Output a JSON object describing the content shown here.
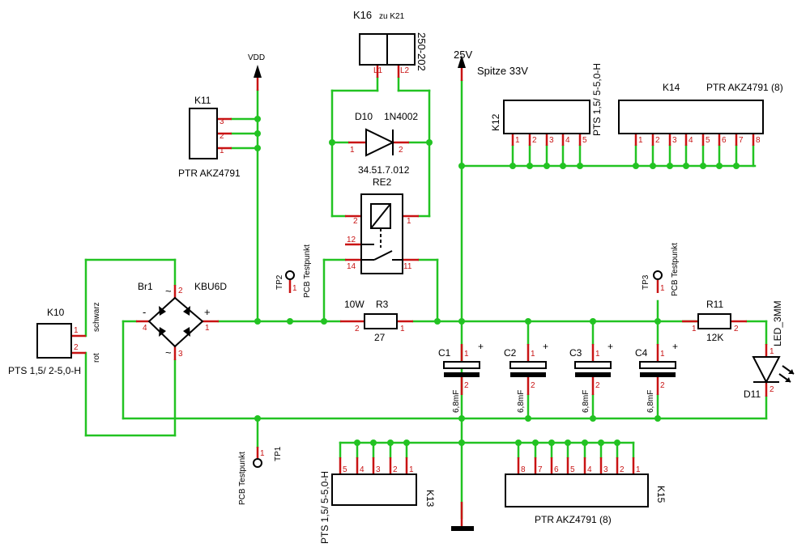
{
  "labels": {
    "k16": "K16",
    "zu_k21": "zu K21",
    "k16_part": "250-202",
    "l1": "L1",
    "l2": "L2",
    "d10": "D10",
    "d10_part": "1N4002",
    "re2_part": "34.51.7.012",
    "re2": "RE2",
    "vdd": "VDD",
    "v25": "25V",
    "spitze": "Spitze 33V",
    "k11": "K11",
    "k11_part": "PTR AKZ4791",
    "k12": "K12",
    "k12_part": "PTS 1,5/ 5-5,0-H",
    "k14": "K14",
    "k14_part": "PTR AKZ4791 (8)",
    "k10": "K10",
    "k10_part": "PTS 1,5/ 2-5,0-H",
    "schwarz": "schwarz",
    "rot": "rot",
    "br1": "Br1",
    "br1_part": "KBU6D",
    "minus": "-",
    "plus": "+",
    "tilde": "~",
    "tp1": "TP1",
    "tp2": "TP2",
    "tp3": "TP3",
    "testpunkt": "PCB Testpunkt",
    "r3_power": "10W",
    "r3": "R3",
    "r3_val": "27",
    "r11": "R11",
    "r11_val": "12K",
    "led_val": "LED_3MM",
    "d11": "D11",
    "c1": "C1",
    "c2": "C2",
    "c3": "C3",
    "c4": "C4",
    "cap_val": "6,8mF",
    "k13": "K13",
    "k13_part": "PTS 1,5/ 5-5,0-H",
    "k15": "K15",
    "k15_part": "PTR AKZ4791 (8)"
  },
  "pins": {
    "one": "1",
    "two": "2",
    "three": "3",
    "four": "4",
    "five": "5",
    "six": "6",
    "seven": "7",
    "eight": "8",
    "eleven": "11",
    "twelve": "12",
    "fourteen": "14"
  }
}
